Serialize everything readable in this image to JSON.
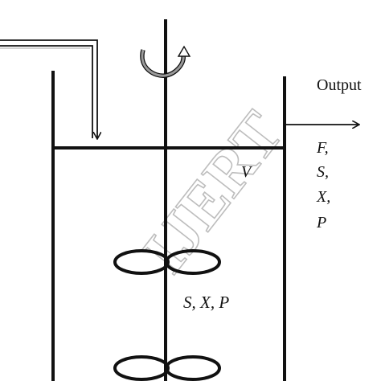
{
  "diagram": {
    "output_label": "Output",
    "outlet_vars": [
      "F,",
      "S,",
      "X,",
      "P"
    ],
    "volume_label": "V",
    "tank_contents_label": "S, X, P",
    "watermark_text": "IJERT"
  },
  "colors": {
    "stroke": "#111111",
    "watermark": "#c9c9c9",
    "arrow_fill": "#9a9a9a"
  },
  "icons": [
    "rotation-arrow-icon",
    "inlet-arrow-icon",
    "outlet-arrow-icon"
  ]
}
